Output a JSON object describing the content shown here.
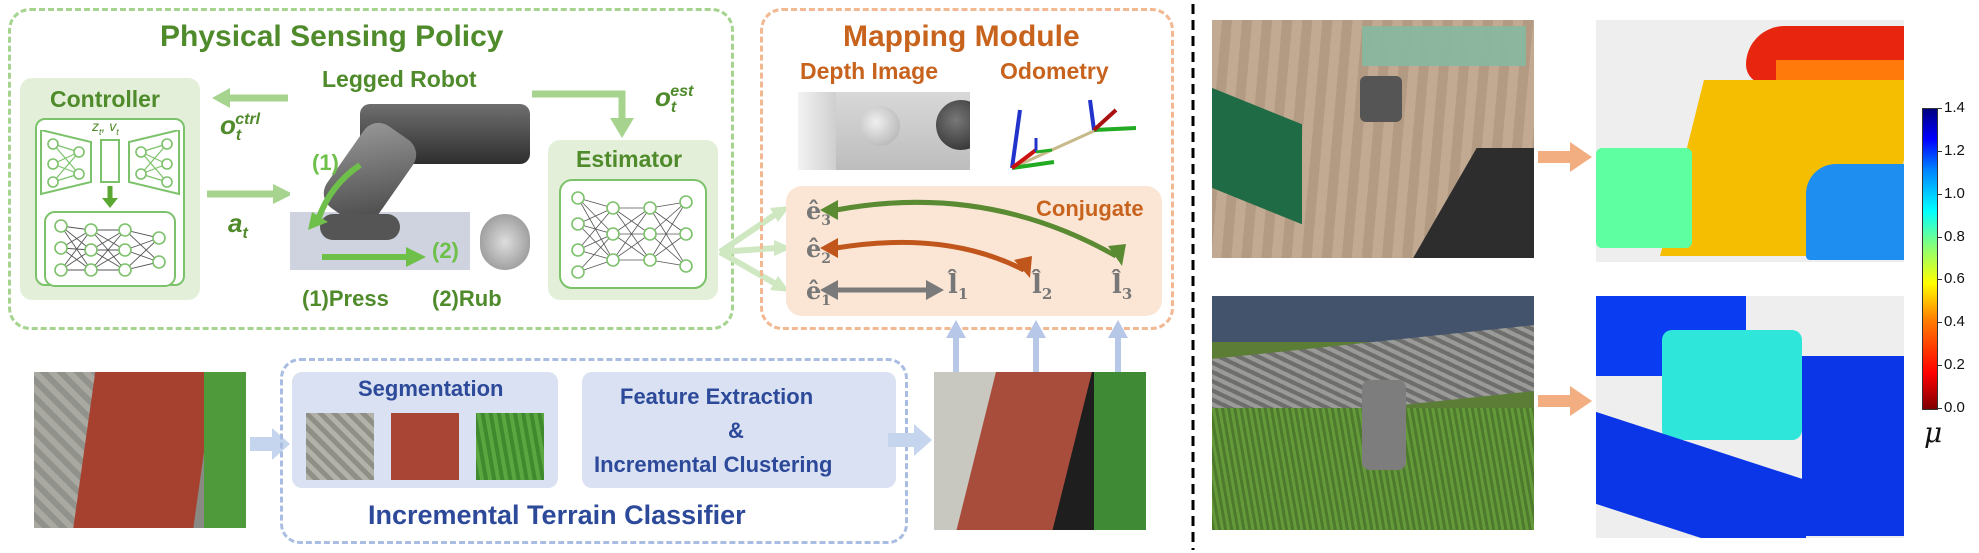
{
  "colors": {
    "green_dark": "#4f8a2b",
    "green_light": "#7cc26a",
    "green_panel": "#e3efd9",
    "orange": "#c8631e",
    "orange_panel": "#fbe6d6",
    "blue_dark": "#2d4a9a",
    "blue_panel": "#d9e1f2",
    "grey_arrow": "#7a7a7a",
    "red_arrow": "#c0561c",
    "green_arrow": "#5a8a32"
  },
  "policy": {
    "title": "Physical Sensing Policy",
    "controller_label": "Controller",
    "controller_latent": "z",
    "controller_latent_sub": "t",
    "controller_velocity": "v",
    "controller_velocity_sub": "t",
    "robot_label": "Legged Robot",
    "obs_ctrl_base": "o",
    "obs_ctrl_sub": "t",
    "obs_ctrl_sup": "ctrl",
    "action_base": "a",
    "action_sub": "t",
    "obs_est_base": "o",
    "obs_est_sub": "t",
    "obs_est_sup": "est",
    "step1_mark": "(1)",
    "step2_mark": "(2)",
    "press_label": "(1)Press",
    "rub_label": "(2)Rub",
    "estimator_label": "Estimator"
  },
  "mapping": {
    "title": "Mapping Module",
    "depth_label": "Depth Image",
    "odometry_label": "Odometry",
    "conjugate_label": "Conjugate",
    "e_base": "ê",
    "l_base": "l̂",
    "e_subs": [
      "3",
      "2",
      "1"
    ],
    "l_subs": [
      "1",
      "2",
      "3"
    ]
  },
  "classifier": {
    "segmentation_label": "Segmentation",
    "feature_line1": "Feature Extraction",
    "feature_line2": "&",
    "feature_line3": "Incremental Clustering",
    "title": "Incremental Terrain Classifier"
  },
  "colorbar": {
    "ticks": [
      "1.4",
      "1.2",
      "1.0",
      "0.8",
      "0.6",
      "0.4",
      "0.2",
      "0.0"
    ],
    "symbol": "μ",
    "colormap": "jet"
  }
}
